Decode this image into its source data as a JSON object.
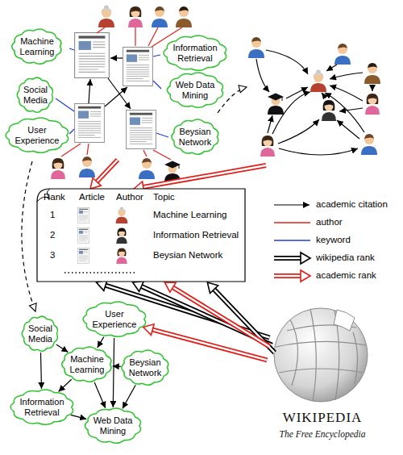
{
  "diagram": {
    "nodes": [
      {
        "text": [
          "Machine Learning"
        ]
      },
      {
        "text": [
          "Information Retrieval"
        ]
      },
      {
        "text": [
          "Web Data Mining"
        ]
      },
      {
        "text": [
          "Social Media"
        ]
      },
      {
        "text": [
          "User Experience"
        ]
      },
      {
        "text": [
          "Beysian Network"
        ]
      },
      {
        "text": [
          "Rank",
          "Article",
          "Author",
          "Topic",
          "1",
          "2",
          "3",
          "Machine Learning",
          "Information Retrieval",
          "Beysian Network"
        ]
      },
      {
        "text": [
          "Social Media"
        ]
      },
      {
        "text": [
          "User Experience"
        ]
      },
      {
        "text": [
          "Machine Learning"
        ]
      },
      {
        "text": [
          "Beysian Network"
        ]
      },
      {
        "text": [
          "Information Retrieval"
        ]
      },
      {
        "text": [
          "Web Data Mining"
        ]
      },
      {
        "text": [
          "WIKIPEDIA",
          "The Free Encyclopedia"
        ]
      }
    ],
    "edges": [
      {
        "from": 7,
        "to": 9,
        "arrow": "to"
      },
      {
        "from": 7,
        "to": 11,
        "arrow": "to"
      },
      {
        "from": 8,
        "to": 9,
        "arrow": "to"
      },
      {
        "from": 8,
        "to": 12,
        "arrow": "to"
      },
      {
        "from": 10,
        "to": 9,
        "arrow": "to"
      },
      {
        "from": 10,
        "to": 12,
        "arrow": "to"
      },
      {
        "from": 9,
        "to": 11,
        "arrow": "to"
      },
      {
        "from": 9,
        "to": 12,
        "arrow": "to"
      },
      {
        "from": 11,
        "to": 12,
        "arrow": "to"
      },
      {
        "from": 13,
        "to": 6,
        "arrow": "to"
      },
      {
        "from": 13,
        "to": 6,
        "arrow": "to"
      },
      {
        "from": 13,
        "to": 6,
        "arrow": "to"
      },
      {
        "from": 13,
        "to": 6,
        "arrow": "to"
      },
      {
        "from": 13,
        "to": 8,
        "arrow": "to"
      }
    ],
    "legend": [
      {
        "text": "academic citation"
      },
      {
        "text": "author"
      },
      {
        "text": "keyword"
      },
      {
        "text": "wikipedia rank"
      },
      {
        "text": "academic rank"
      }
    ]
  }
}
